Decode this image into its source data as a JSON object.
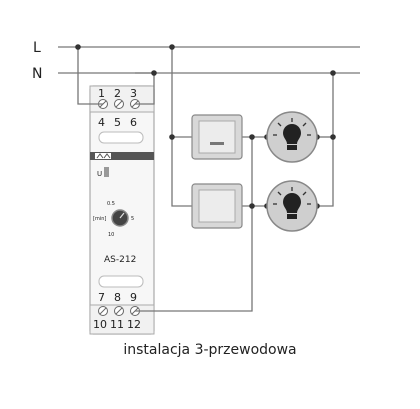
{
  "wiring": {
    "line_labels": [
      "L",
      "N"
    ],
    "device": {
      "model": "AS-212",
      "top_terminals": [
        "1",
        "2",
        "3"
      ],
      "top_inner_labels": [
        "4",
        "5",
        "6"
      ],
      "bottom_inner_labels": [
        "7",
        "8",
        "9"
      ],
      "bottom_terminals": [
        "10",
        "11",
        "12"
      ],
      "indicator_label": "U",
      "dial_labels": {
        "top": "0.5",
        "left": "[min]",
        "right": "5",
        "bottom": "10"
      }
    },
    "caption": "instalacja 3-przewodowa"
  }
}
